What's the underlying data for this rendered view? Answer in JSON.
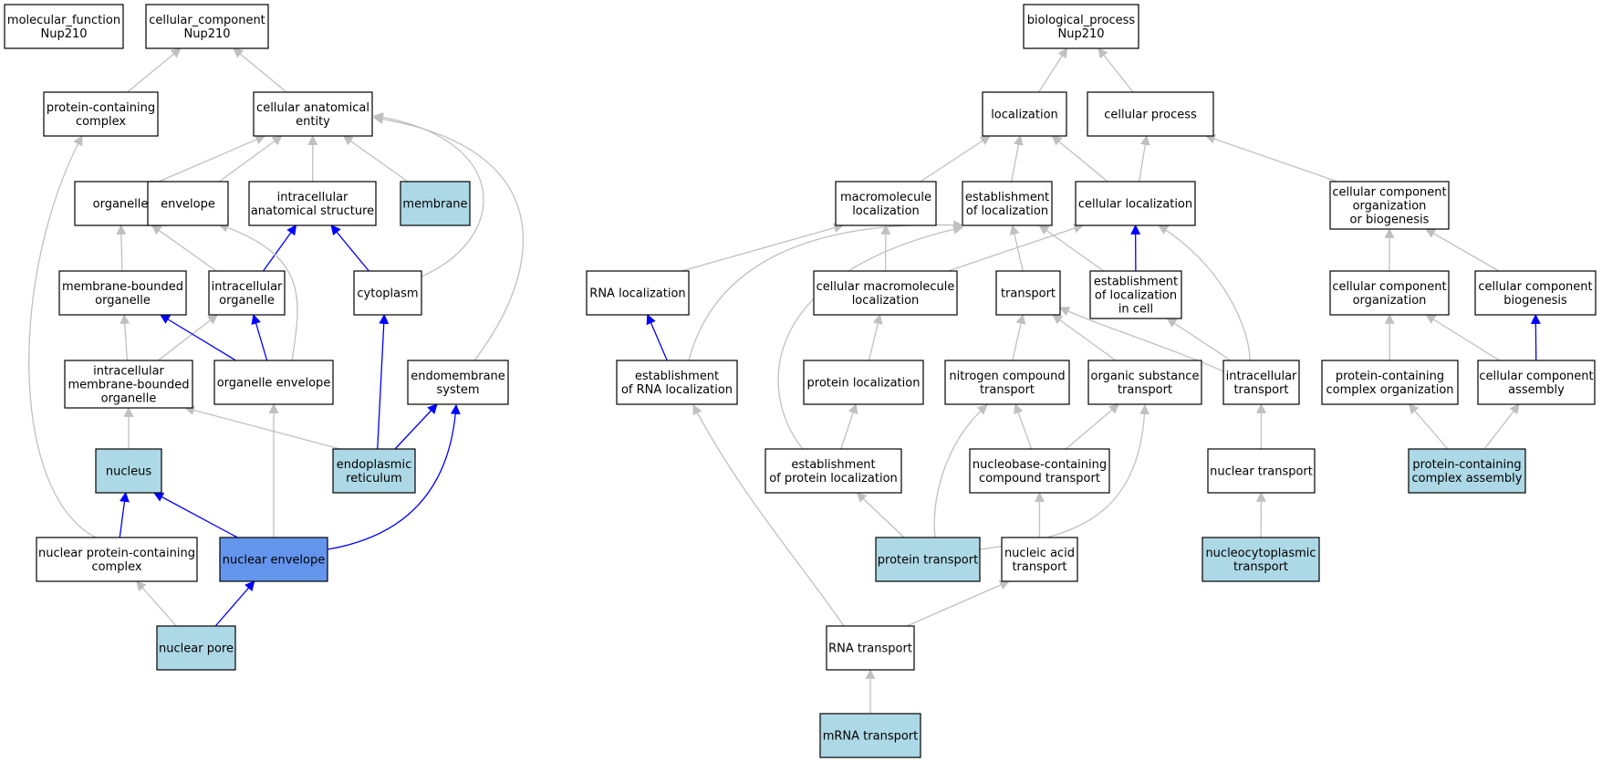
{
  "colors": {
    "default_fill": "#ffffff",
    "highlight_fill": "#add8e6",
    "focus_fill": "#6495ed",
    "edge_gray": "#c0c0c0",
    "edge_blue": "#0000ff"
  },
  "nodes": [
    {
      "id": "mf",
      "lines": [
        "molecular_function",
        "Nup210"
      ],
      "fill": "default"
    },
    {
      "id": "cc",
      "lines": [
        "cellular_component",
        "Nup210"
      ],
      "fill": "default"
    },
    {
      "id": "bp",
      "lines": [
        "biological_process",
        "Nup210"
      ],
      "fill": "default"
    },
    {
      "id": "pcc",
      "lines": [
        "protein-containing",
        "complex"
      ],
      "fill": "default"
    },
    {
      "id": "cae",
      "lines": [
        "cellular anatomical",
        "entity"
      ],
      "fill": "default"
    },
    {
      "id": "org",
      "lines": [
        "organelle"
      ],
      "fill": "default"
    },
    {
      "id": "env",
      "lines": [
        "envelope"
      ],
      "fill": "default"
    },
    {
      "id": "ias",
      "lines": [
        "intracellular",
        "anatomical structure"
      ],
      "fill": "default"
    },
    {
      "id": "mem",
      "lines": [
        "membrane"
      ],
      "fill": "highlight"
    },
    {
      "id": "mbo",
      "lines": [
        "membrane-bounded",
        "organelle"
      ],
      "fill": "default"
    },
    {
      "id": "io",
      "lines": [
        "intracellular",
        "organelle"
      ],
      "fill": "default"
    },
    {
      "id": "cyt",
      "lines": [
        "cytoplasm"
      ],
      "fill": "default"
    },
    {
      "id": "imbo",
      "lines": [
        "intracellular",
        "membrane-bounded",
        "organelle"
      ],
      "fill": "default"
    },
    {
      "id": "oe",
      "lines": [
        "organelle envelope"
      ],
      "fill": "default"
    },
    {
      "id": "ems",
      "lines": [
        "endomembrane",
        "system"
      ],
      "fill": "default"
    },
    {
      "id": "nuc",
      "lines": [
        "nucleus"
      ],
      "fill": "highlight"
    },
    {
      "id": "er",
      "lines": [
        "endoplasmic",
        "reticulum"
      ],
      "fill": "highlight"
    },
    {
      "id": "npcc",
      "lines": [
        "nuclear protein-containing",
        "complex"
      ],
      "fill": "default"
    },
    {
      "id": "ne",
      "lines": [
        "nuclear envelope"
      ],
      "fill": "focus"
    },
    {
      "id": "np",
      "lines": [
        "nuclear pore"
      ],
      "fill": "highlight"
    },
    {
      "id": "loc",
      "lines": [
        "localization"
      ],
      "fill": "default"
    },
    {
      "id": "cp",
      "lines": [
        "cellular process"
      ],
      "fill": "default"
    },
    {
      "id": "ml",
      "lines": [
        "macromolecule",
        "localization"
      ],
      "fill": "default"
    },
    {
      "id": "eol",
      "lines": [
        "establishment",
        "of localization"
      ],
      "fill": "default"
    },
    {
      "id": "cl",
      "lines": [
        "cellular localization"
      ],
      "fill": "default"
    },
    {
      "id": "ccob",
      "lines": [
        "cellular component",
        "organization",
        "or biogenesis"
      ],
      "fill": "default"
    },
    {
      "id": "rnal",
      "lines": [
        "RNA localization"
      ],
      "fill": "default"
    },
    {
      "id": "cml",
      "lines": [
        "cellular macromolecule",
        "localization"
      ],
      "fill": "default"
    },
    {
      "id": "tr",
      "lines": [
        "transport"
      ],
      "fill": "default"
    },
    {
      "id": "eolc",
      "lines": [
        "establishment",
        "of localization",
        "in cell"
      ],
      "fill": "default"
    },
    {
      "id": "cco",
      "lines": [
        "cellular component",
        "organization"
      ],
      "fill": "default"
    },
    {
      "id": "ccb",
      "lines": [
        "cellular component",
        "biogenesis"
      ],
      "fill": "default"
    },
    {
      "id": "erl",
      "lines": [
        "establishment",
        "of RNA localization"
      ],
      "fill": "default"
    },
    {
      "id": "pl",
      "lines": [
        "protein localization"
      ],
      "fill": "default"
    },
    {
      "id": "nct",
      "lines": [
        "nitrogen compound",
        "transport"
      ],
      "fill": "default"
    },
    {
      "id": "ost",
      "lines": [
        "organic substance",
        "transport"
      ],
      "fill": "default"
    },
    {
      "id": "it",
      "lines": [
        "intracellular",
        "transport"
      ],
      "fill": "default"
    },
    {
      "id": "pco",
      "lines": [
        "protein-containing",
        "complex organization"
      ],
      "fill": "default"
    },
    {
      "id": "cca",
      "lines": [
        "cellular component",
        "assembly"
      ],
      "fill": "default"
    },
    {
      "id": "epl",
      "lines": [
        "establishment",
        "of protein localization"
      ],
      "fill": "default"
    },
    {
      "id": "nbct",
      "lines": [
        "nucleobase-containing",
        "compound transport"
      ],
      "fill": "default"
    },
    {
      "id": "nt",
      "lines": [
        "nuclear transport"
      ],
      "fill": "default"
    },
    {
      "id": "pca",
      "lines": [
        "protein-containing",
        "complex assembly"
      ],
      "fill": "highlight"
    },
    {
      "id": "pt",
      "lines": [
        "protein transport"
      ],
      "fill": "highlight"
    },
    {
      "id": "nat",
      "lines": [
        "nucleic acid",
        "transport"
      ],
      "fill": "default"
    },
    {
      "id": "ncpt",
      "lines": [
        "nucleocytoplasmic",
        "transport"
      ],
      "fill": "highlight"
    },
    {
      "id": "rnat",
      "lines": [
        "RNA transport"
      ],
      "fill": "default"
    },
    {
      "id": "mrnat",
      "lines": [
        "mRNA transport"
      ],
      "fill": "highlight"
    }
  ],
  "edges": [
    {
      "from": "pcc",
      "to": "cc",
      "color": "gray"
    },
    {
      "from": "cae",
      "to": "cc",
      "color": "gray"
    },
    {
      "from": "org",
      "to": "cae",
      "color": "gray"
    },
    {
      "from": "env",
      "to": "cae",
      "color": "gray"
    },
    {
      "from": "ias",
      "to": "cae",
      "color": "gray"
    },
    {
      "from": "mem",
      "to": "cae",
      "color": "gray"
    },
    {
      "from": "cyt",
      "to": "cae",
      "color": "gray"
    },
    {
      "from": "ems",
      "to": "cae",
      "color": "gray"
    },
    {
      "from": "mbo",
      "to": "org",
      "color": "gray"
    },
    {
      "from": "io",
      "to": "org",
      "color": "gray"
    },
    {
      "from": "io",
      "to": "ias",
      "color": "blue"
    },
    {
      "from": "cyt",
      "to": "ias",
      "color": "blue"
    },
    {
      "from": "imbo",
      "to": "mbo",
      "color": "gray"
    },
    {
      "from": "imbo",
      "to": "io",
      "color": "gray"
    },
    {
      "from": "oe",
      "to": "mbo",
      "color": "blue"
    },
    {
      "from": "oe",
      "to": "io",
      "color": "blue"
    },
    {
      "from": "oe",
      "to": "env",
      "color": "gray"
    },
    {
      "from": "nuc",
      "to": "imbo",
      "color": "gray"
    },
    {
      "from": "er",
      "to": "imbo",
      "color": "gray"
    },
    {
      "from": "er",
      "to": "cyt",
      "color": "blue"
    },
    {
      "from": "er",
      "to": "ems",
      "color": "blue"
    },
    {
      "from": "npcc",
      "to": "pcc",
      "color": "gray"
    },
    {
      "from": "npcc",
      "to": "nuc",
      "color": "blue"
    },
    {
      "from": "ne",
      "to": "nuc",
      "color": "blue"
    },
    {
      "from": "ne",
      "to": "oe",
      "color": "gray"
    },
    {
      "from": "ne",
      "to": "ems",
      "color": "blue"
    },
    {
      "from": "np",
      "to": "npcc",
      "color": "gray"
    },
    {
      "from": "np",
      "to": "ne",
      "color": "blue"
    },
    {
      "from": "loc",
      "to": "bp",
      "color": "gray"
    },
    {
      "from": "cp",
      "to": "bp",
      "color": "gray"
    },
    {
      "from": "ml",
      "to": "loc",
      "color": "gray"
    },
    {
      "from": "eol",
      "to": "loc",
      "color": "gray"
    },
    {
      "from": "cl",
      "to": "loc",
      "color": "gray"
    },
    {
      "from": "cl",
      "to": "cp",
      "color": "gray"
    },
    {
      "from": "ccob",
      "to": "cp",
      "color": "gray"
    },
    {
      "from": "rnal",
      "to": "ml",
      "color": "gray"
    },
    {
      "from": "cml",
      "to": "ml",
      "color": "gray"
    },
    {
      "from": "cml",
      "to": "cl",
      "color": "gray"
    },
    {
      "from": "tr",
      "to": "eol",
      "color": "gray"
    },
    {
      "from": "eolc",
      "to": "eol",
      "color": "gray"
    },
    {
      "from": "eolc",
      "to": "cl",
      "color": "blue"
    },
    {
      "from": "cco",
      "to": "ccob",
      "color": "gray"
    },
    {
      "from": "ccb",
      "to": "ccob",
      "color": "gray"
    },
    {
      "from": "erl",
      "to": "rnal",
      "color": "blue"
    },
    {
      "from": "erl",
      "to": "eol",
      "color": "gray"
    },
    {
      "from": "pl",
      "to": "cml",
      "color": "gray"
    },
    {
      "from": "nct",
      "to": "tr",
      "color": "gray"
    },
    {
      "from": "ost",
      "to": "tr",
      "color": "gray"
    },
    {
      "from": "it",
      "to": "tr",
      "color": "gray"
    },
    {
      "from": "it",
      "to": "eolc",
      "color": "gray"
    },
    {
      "from": "it",
      "to": "cl",
      "color": "gray"
    },
    {
      "from": "pco",
      "to": "cco",
      "color": "gray"
    },
    {
      "from": "cca",
      "to": "cco",
      "color": "gray"
    },
    {
      "from": "cca",
      "to": "ccb",
      "color": "blue"
    },
    {
      "from": "epl",
      "to": "pl",
      "color": "gray"
    },
    {
      "from": "epl",
      "to": "eol",
      "color": "gray"
    },
    {
      "from": "nbct",
      "to": "nct",
      "color": "gray"
    },
    {
      "from": "nbct",
      "to": "ost",
      "color": "gray"
    },
    {
      "from": "nt",
      "to": "it",
      "color": "gray"
    },
    {
      "from": "pca",
      "to": "pco",
      "color": "gray"
    },
    {
      "from": "pca",
      "to": "cca",
      "color": "gray"
    },
    {
      "from": "pt",
      "to": "epl",
      "color": "gray"
    },
    {
      "from": "pt",
      "to": "nct",
      "color": "gray"
    },
    {
      "from": "pt",
      "to": "ost",
      "color": "gray"
    },
    {
      "from": "nat",
      "to": "nbct",
      "color": "gray"
    },
    {
      "from": "ncpt",
      "to": "nt",
      "color": "gray"
    },
    {
      "from": "rnat",
      "to": "nat",
      "color": "gray"
    },
    {
      "from": "rnat",
      "to": "erl",
      "color": "gray"
    },
    {
      "from": "mrnat",
      "to": "rnat",
      "color": "gray"
    }
  ]
}
